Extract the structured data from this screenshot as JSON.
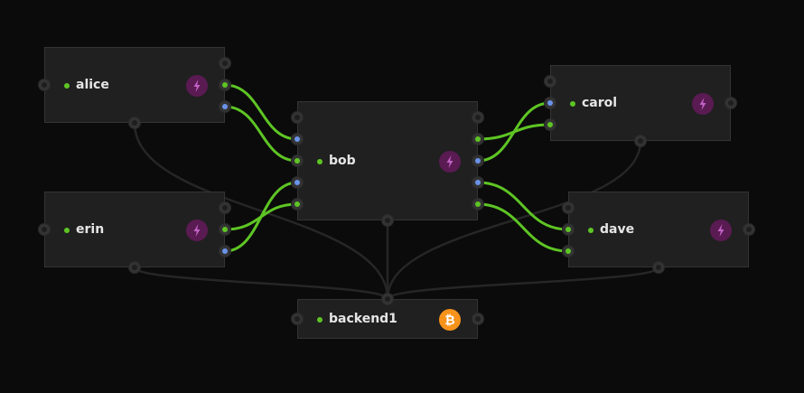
{
  "colors": {
    "background": "#0b0b0b",
    "node_bg": "#202020",
    "node_border": "#343434",
    "status_online": "#5ec524",
    "port_green": "#5ec524",
    "port_blue": "#6a93e8",
    "port_gray": "#1e1e1e",
    "link_channel": "#5ec524",
    "link_backend": "#262626",
    "lightning_badge": "#5a1a52",
    "lightning_bolt": "#c163c6",
    "bitcoin_badge": "#f7931a"
  },
  "nodes": [
    {
      "id": "alice",
      "label": "alice",
      "icon": "lightning-icon",
      "status": "online"
    },
    {
      "id": "erin",
      "label": "erin",
      "icon": "lightning-icon",
      "status": "online"
    },
    {
      "id": "bob",
      "label": "bob",
      "icon": "lightning-icon",
      "status": "online"
    },
    {
      "id": "carol",
      "label": "carol",
      "icon": "lightning-icon",
      "status": "online"
    },
    {
      "id": "dave",
      "label": "dave",
      "icon": "lightning-icon",
      "status": "online"
    },
    {
      "id": "backend1",
      "label": "backend1",
      "icon": "bitcoin-icon",
      "status": "online"
    }
  ],
  "channels": [
    {
      "from": "alice",
      "to": "bob"
    },
    {
      "from": "alice",
      "to": "bob"
    },
    {
      "from": "erin",
      "to": "bob"
    },
    {
      "from": "erin",
      "to": "bob"
    },
    {
      "from": "bob",
      "to": "carol"
    },
    {
      "from": "bob",
      "to": "carol"
    },
    {
      "from": "bob",
      "to": "dave"
    },
    {
      "from": "bob",
      "to": "dave"
    }
  ],
  "backend_links": [
    {
      "from": "alice",
      "to": "backend1"
    },
    {
      "from": "erin",
      "to": "backend1"
    },
    {
      "from": "bob",
      "to": "backend1"
    },
    {
      "from": "carol",
      "to": "backend1"
    },
    {
      "from": "dave",
      "to": "backend1"
    }
  ]
}
